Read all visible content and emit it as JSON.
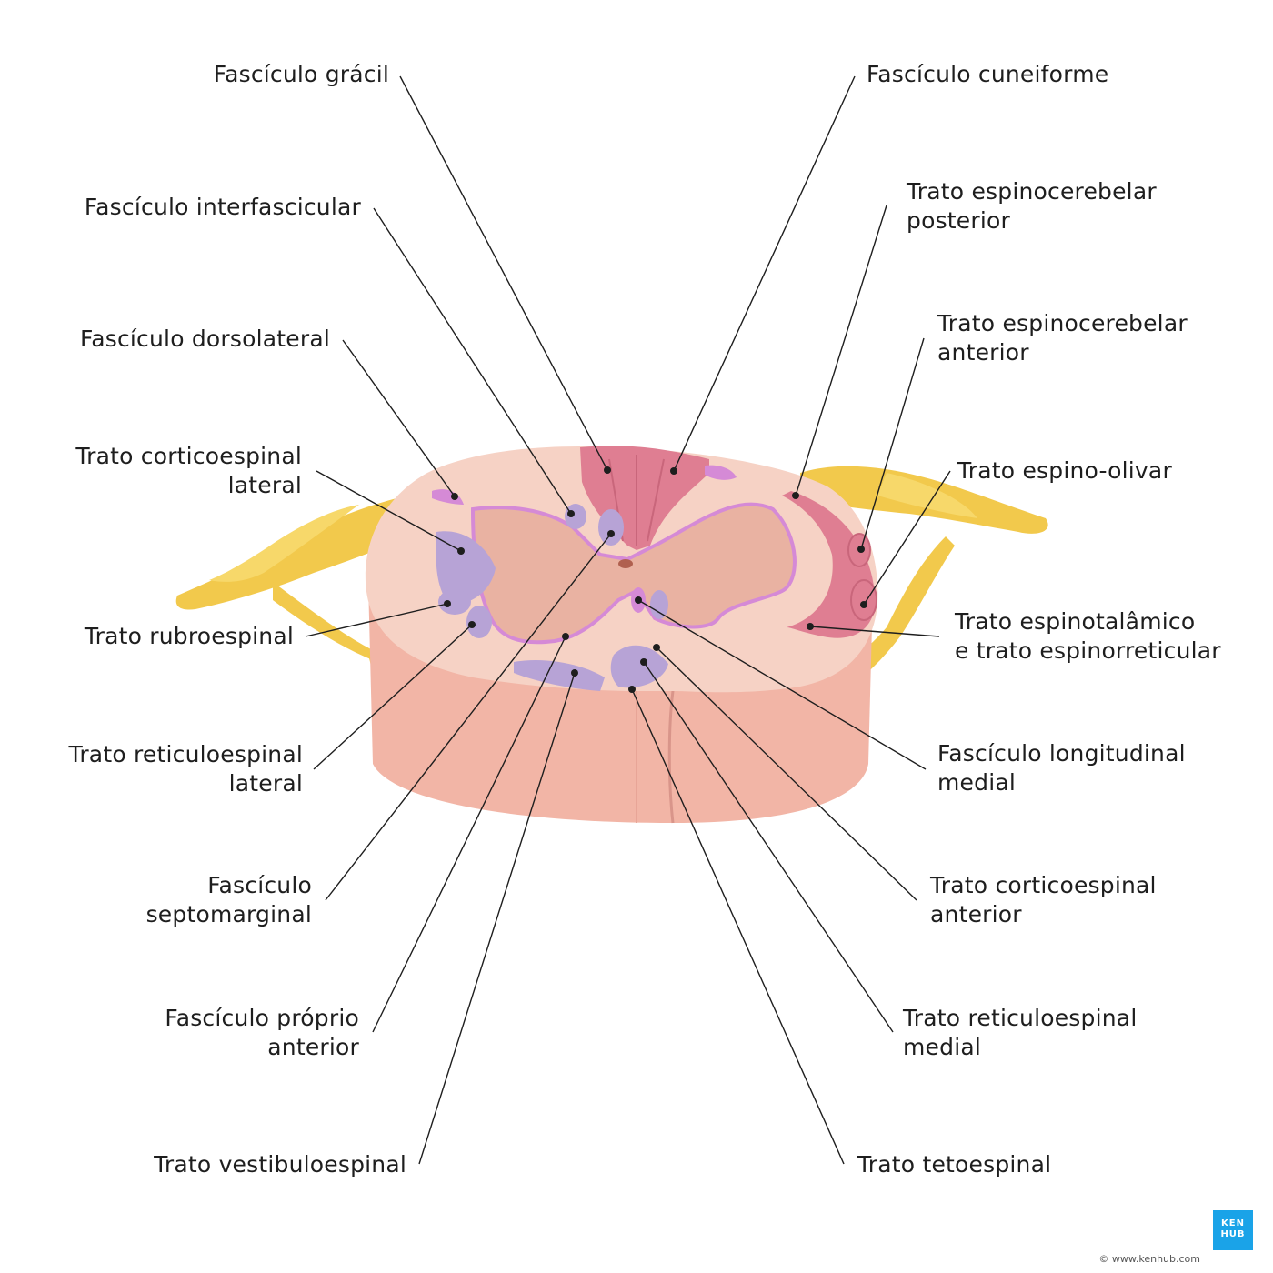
{
  "labels": {
    "grácil": "Fascículo grácil",
    "interfascicular": "Fascículo interfascicular",
    "dorsolateral": "Fascículo dorsolateral",
    "corticoespinal_lateral": [
      "Trato corticoespinal",
      "lateral"
    ],
    "rubroespinal": "Trato rubroespinal",
    "reticuloespinal_lateral": [
      "Trato reticuloespinal",
      "lateral"
    ],
    "septomarginal": [
      "Fascículo",
      "septomarginal"
    ],
    "proprio_anterior": [
      "Fascículo próprio",
      "anterior"
    ],
    "vestibuloespinal": "Trato vestibuloespinal",
    "cuneiforme": "Fascículo cuneiforme",
    "espinocerebelar_posterior": [
      "Trato espinocerebelar",
      "posterior"
    ],
    "espinocerebelar_anterior": [
      "Trato espinocerebelar",
      "anterior"
    ],
    "espino_olivar": "Trato espino-olivar",
    "espinotalamico": [
      "Trato espinotalâmico",
      "e trato espinorreticular"
    ],
    "longitudinal_medial": [
      "Fascículo longitudinal",
      "medial"
    ],
    "corticoespinal_anterior": [
      "Trato corticoespinal",
      "anterior"
    ],
    "reticuloespinal_medial": [
      "Trato reticuloespinal",
      "medial"
    ],
    "tetoespinal": "Trato tetoespinal"
  },
  "watermark_text": "www.kenhub.com ©",
  "logo": [
    "KEN",
    "HUB"
  ],
  "copyright": "© www.kenhub.com",
  "colors": {
    "white_matter": "#f5cdbf",
    "gray_matter": "#e9b2a2",
    "ascending_tracts": "#df7e92",
    "descending_tracts": "#b7a3d6",
    "pia_outline": "#d58ad6",
    "nerve": "#f2c94c"
  }
}
